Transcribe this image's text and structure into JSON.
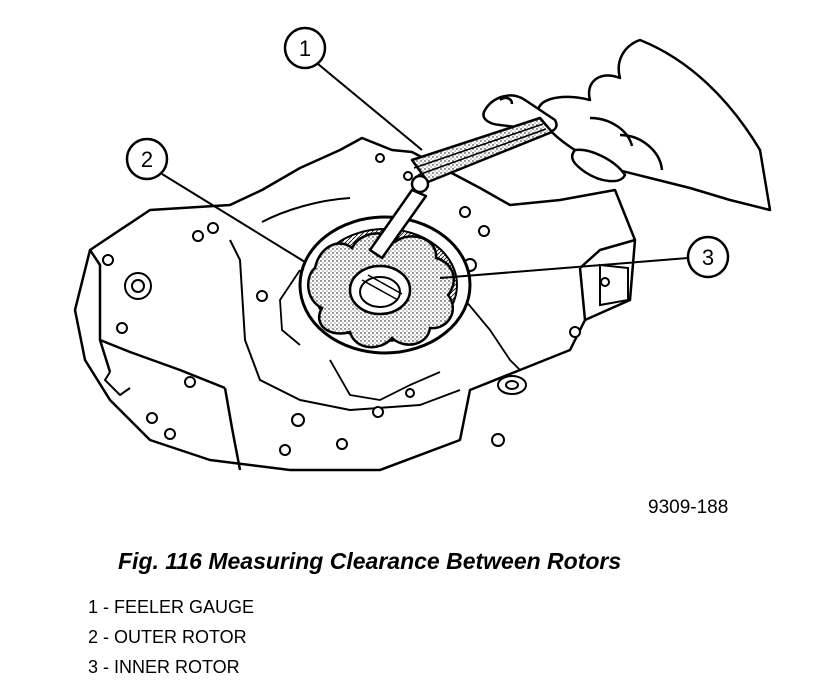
{
  "figure": {
    "callouts": [
      {
        "number": "1",
        "name": "feeler-gauge"
      },
      {
        "number": "2",
        "name": "outer-rotor"
      },
      {
        "number": "3",
        "name": "inner-rotor"
      }
    ],
    "figure_id": "9309-188"
  },
  "caption": "Fig. 116 Measuring Clearance Between Rotors",
  "legend": [
    "1 - FEELER GAUGE",
    "2 - OUTER ROTOR",
    "3 - INNER ROTOR"
  ]
}
